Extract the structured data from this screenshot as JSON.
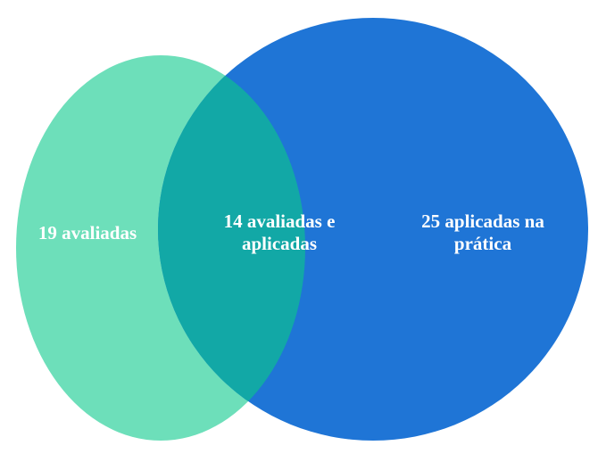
{
  "venn": {
    "left_label": "19 avaliadas",
    "middle_label": "14 avaliadas e aplicadas",
    "right_label": "25 aplicadas na prática",
    "colors": {
      "left_circle": "#6ddfba",
      "right_circle": "#1f75d6",
      "overlap": "#12a8a6",
      "text": "#ffffff"
    }
  }
}
